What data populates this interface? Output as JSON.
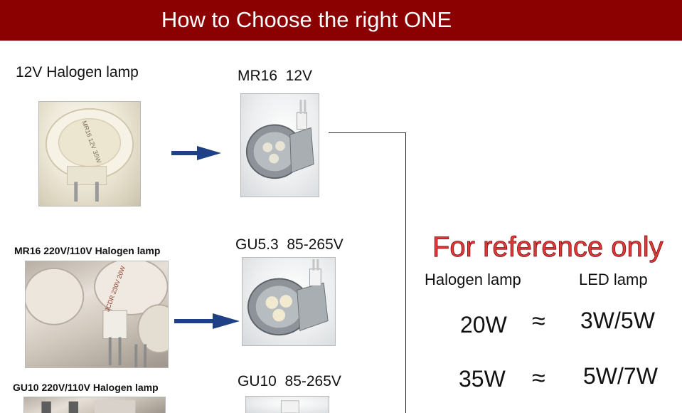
{
  "header": {
    "title": "How to Choose the right ONE"
  },
  "rows": [
    {
      "halogen_label": "12V Halogen lamp",
      "led_label": "MR16  12V"
    },
    {
      "halogen_label": "MR16 220V/110V Halogen lamp",
      "led_label": "GU5.3  85-265V"
    },
    {
      "halogen_label": "GU10 220V/110V Halogen lamp",
      "led_label": "GU10  85-265V"
    }
  ],
  "photos": {
    "halogen_mr16_label": "MR16 12V 35W",
    "halogen_multi_label": "JCDR 230V 20W"
  },
  "reference": {
    "title": "For reference only",
    "col_halogen": "Halogen lamp",
    "col_led": "LED lamp",
    "approx_symbol": "≈",
    "pairs": [
      {
        "halogen": "20W",
        "led": "3W/5W"
      },
      {
        "halogen": "35W",
        "led": "5W/7W"
      }
    ]
  },
  "colors": {
    "header_bg": "#8b0000",
    "header_text": "#ffffff",
    "reference_title": "#e03a3a",
    "arrow": "#1f3f86"
  }
}
